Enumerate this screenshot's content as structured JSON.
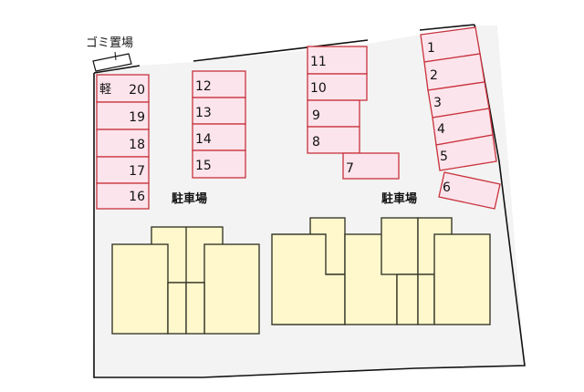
{
  "colors": {
    "background": "#ffffff",
    "lot": "#f3f3f3",
    "boundary": "#111111",
    "stall_fill": "#fce4ec",
    "stall_stroke": "#c8323c",
    "building_fill": "#fff8cc",
    "building_stroke": "#3a3a2c",
    "text": "#111111"
  },
  "labels": {
    "garbage_area": "ゴミ置場",
    "parking_left": "駐車場",
    "parking_right": "駐車場",
    "kei_mark": "軽"
  },
  "stalls": [
    {
      "id": "1",
      "label": "1"
    },
    {
      "id": "2",
      "label": "2"
    },
    {
      "id": "3",
      "label": "3"
    },
    {
      "id": "4",
      "label": "4"
    },
    {
      "id": "5",
      "label": "5"
    },
    {
      "id": "6",
      "label": "6"
    },
    {
      "id": "7",
      "label": "7"
    },
    {
      "id": "8",
      "label": "8"
    },
    {
      "id": "9",
      "label": "9"
    },
    {
      "id": "10",
      "label": "10"
    },
    {
      "id": "11",
      "label": "11"
    },
    {
      "id": "12",
      "label": "12"
    },
    {
      "id": "13",
      "label": "13"
    },
    {
      "id": "14",
      "label": "14"
    },
    {
      "id": "15",
      "label": "15"
    },
    {
      "id": "16",
      "label": "16"
    },
    {
      "id": "17",
      "label": "17"
    },
    {
      "id": "18",
      "label": "18"
    },
    {
      "id": "19",
      "label": "19"
    },
    {
      "id": "20",
      "label": "20"
    }
  ]
}
